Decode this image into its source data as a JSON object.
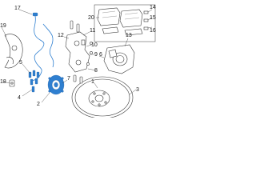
{
  "callouts": [
    {
      "id": "c1",
      "text": "1"
    },
    {
      "id": "c2",
      "text": "2"
    },
    {
      "id": "c3",
      "text": "3"
    },
    {
      "id": "c4",
      "text": "4"
    },
    {
      "id": "c5",
      "text": "5"
    },
    {
      "id": "c6",
      "text": "6"
    },
    {
      "id": "c7",
      "text": "7"
    },
    {
      "id": "c8",
      "text": "8"
    },
    {
      "id": "c9",
      "text": "9"
    },
    {
      "id": "c10",
      "text": "10"
    },
    {
      "id": "c11",
      "text": "11"
    },
    {
      "id": "c12",
      "text": "12"
    },
    {
      "id": "c13",
      "text": "13"
    },
    {
      "id": "c14",
      "text": "14"
    },
    {
      "id": "c15",
      "text": "15"
    },
    {
      "id": "c16",
      "text": "16"
    },
    {
      "id": "c17",
      "text": "17"
    },
    {
      "id": "c18",
      "text": "18"
    },
    {
      "id": "c19",
      "text": "19"
    },
    {
      "id": "c20",
      "text": "20"
    }
  ],
  "colors": {
    "highlight": "#2f7fd0",
    "line": "#3a3a3a",
    "background": "#ffffff"
  }
}
